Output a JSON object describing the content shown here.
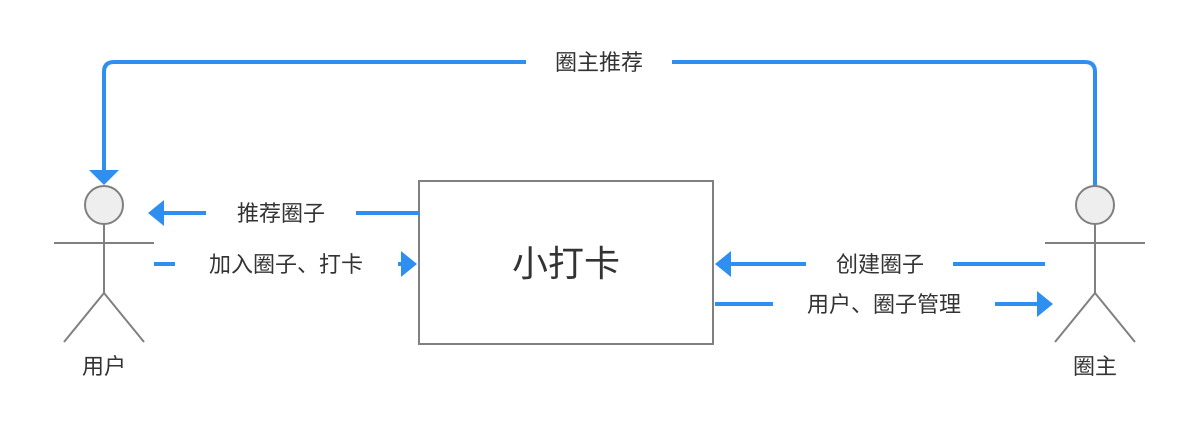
{
  "colors": {
    "arrow": "#2f8ff0",
    "figure": "#808080",
    "head_fill": "#eeeeee",
    "text": "#333333"
  },
  "system": {
    "title": "小打卡"
  },
  "actors": {
    "user": {
      "label": "用户",
      "icon": "stick-figure-icon"
    },
    "owner": {
      "label": "圈主",
      "icon": "stick-figure-icon"
    }
  },
  "flows": {
    "owner_recommend": "圈主推荐",
    "recommend_circle": "推荐圈子",
    "join_checkin": "加入圈子、打卡",
    "create_circle": "创建圈子",
    "user_circle_manage": "用户、圈子管理"
  }
}
